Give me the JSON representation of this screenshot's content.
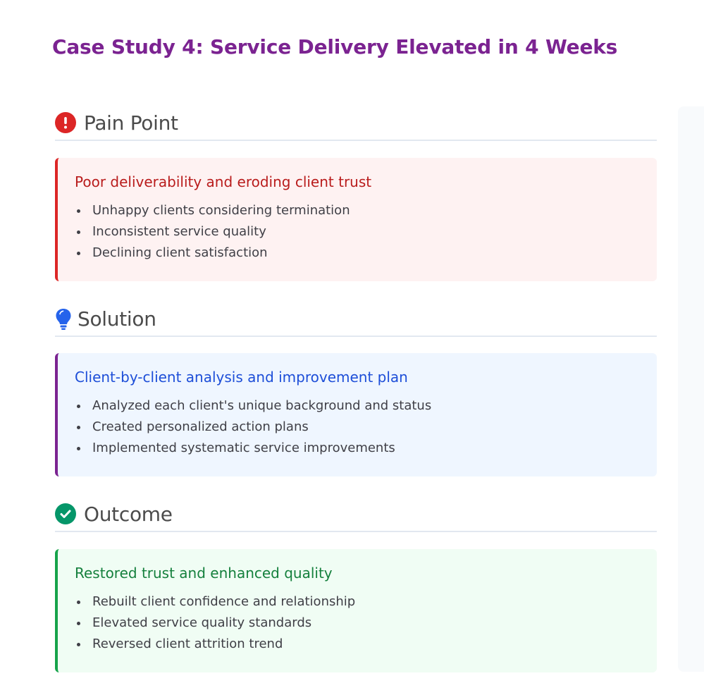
{
  "page": {
    "title": "Case Study 4: Service Delivery Elevated in 4 Weeks"
  },
  "sections": {
    "pain": {
      "title": "Pain Point",
      "icon": "exclamation-circle-icon",
      "color": "#dc2626",
      "heading": "Poor deliverability and eroding client trust",
      "bullets": [
        "Unhappy clients considering termination",
        "Inconsistent service quality",
        "Declining client satisfaction"
      ]
    },
    "solution": {
      "title": "Solution",
      "icon": "lightbulb-icon",
      "color": "#2563eb",
      "heading": "Client-by-client analysis and improvement plan",
      "bullets": [
        "Analyzed each client's unique background and status",
        "Created personalized action plans",
        "Implemented systematic service improvements"
      ]
    },
    "outcome": {
      "title": "Outcome",
      "icon": "check-circle-icon",
      "color": "#059669",
      "heading": "Restored trust and enhanced quality",
      "bullets": [
        "Rebuilt client confidence and relationship",
        "Elevated service quality standards",
        "Reversed client attrition trend"
      ]
    }
  }
}
